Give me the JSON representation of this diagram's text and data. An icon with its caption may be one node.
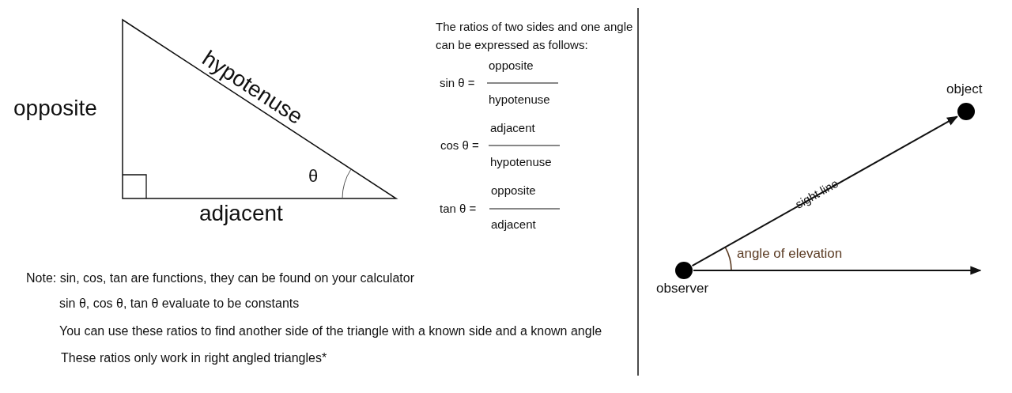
{
  "diagram": {
    "nodes": [
      {
        "text": [],
        "shape": "circle",
        "beside": [
          "observer"
        ]
      },
      {
        "text": [],
        "shape": "circle",
        "beside": [
          "object"
        ]
      }
    ],
    "edges": [
      {
        "from": 0,
        "to": 1,
        "arrow": "to",
        "label": "sight line"
      },
      {
        "from": 0,
        "to": null,
        "arrow": "to"
      }
    ],
    "labels": [
      "opposite",
      "hypotenuse",
      "θ",
      "adjacent",
      "The ratios of two sides and one angle can be expressed as follows:",
      "sin θ  =",
      "opposite",
      "hypotenuse",
      "cos θ  =",
      "adjacent",
      "hypotenuse",
      "tan θ  =",
      "opposite",
      "adjacent",
      "Note: sin, cos, tan are functions, they can be found on your calculator",
      "sin θ, cos θ, tan θ evaluate to be constants",
      "You can use these ratios to find another side of the triangle with a known side and a known angle",
      "These ratios only work in right angled triangles*",
      "angle of elevation"
    ]
  }
}
